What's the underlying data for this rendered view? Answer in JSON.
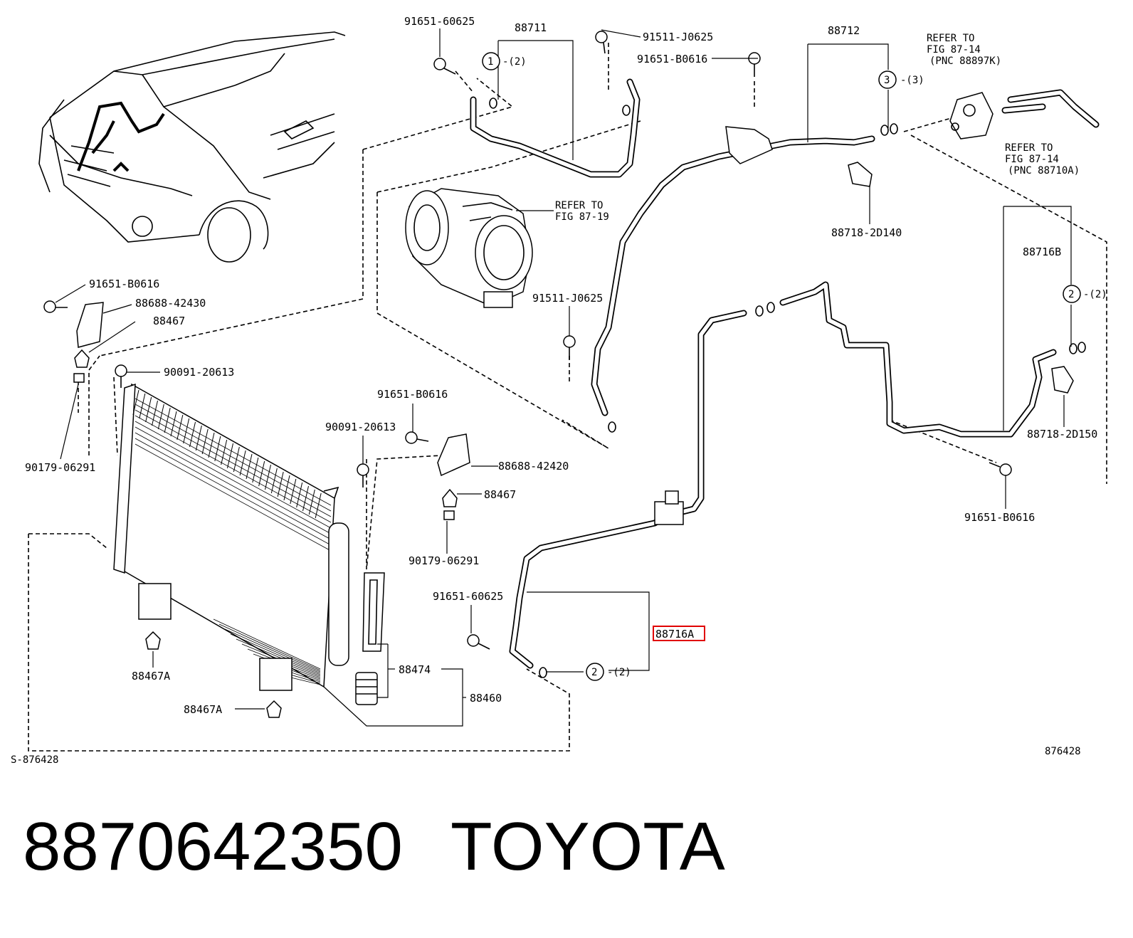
{
  "labels": {
    "p91651_60625_top": "91651-60625",
    "p88711": "88711",
    "circ1_qty": "-(2)",
    "circ1_num": "1",
    "p91511_J0625_top": "91511-J0625",
    "p91651_B0616_top": "91651-B0616",
    "p88712": "88712",
    "circ3_num": "3",
    "circ3_qty": "-(3)",
    "refer_1_l1": "REFER TO",
    "refer_1_l2": "FIG 87-14",
    "refer_1_l3": "(PNC 88897K)",
    "refer_2_l1": "REFER TO",
    "refer_2_l2": "FIG 87-14",
    "refer_2_l3": "(PNC 88710A)",
    "refer_3_l1": "REFER TO",
    "refer_3_l2": "FIG 87-19",
    "p88718_2D140": "88718-2D140",
    "p88716B": "88716B",
    "circ2_top_num": "2",
    "circ2_top_qty": "-(2)",
    "p88718_2D150": "88718-2D150",
    "p91651_B0616_right": "91651-B0616",
    "p91511_J0625_mid": "91511-J0625",
    "p91651_B0616_left": "91651-B0616",
    "p88688_42430": "88688-42430",
    "p88467_left": "88467",
    "p90091_20613_left": "90091-20613",
    "p90179_06291_left": "90179-06291",
    "p91651_B0616_center": "91651-B0616",
    "p90091_20613_center": "90091-20613",
    "p88688_42420": "88688-42420",
    "p88467_center": "88467",
    "p90179_06291_center": "90179-06291",
    "p91651_60625_bottom": "91651-60625",
    "p88716A": "88716A",
    "circ2_bottom_num": "2",
    "circ2_bottom_qty": "-(2)",
    "p88474": "88474",
    "p88460": "88460",
    "p88467A_1": "88467A",
    "p88467A_2": "88467A",
    "ref_s": "S-876428",
    "ref_r": "876428"
  },
  "caption": {
    "part_number": "8870642350",
    "brand": "TOYOTA"
  },
  "colors": {
    "highlight": "#e00000",
    "ink": "#000000",
    "paper": "#ffffff"
  }
}
